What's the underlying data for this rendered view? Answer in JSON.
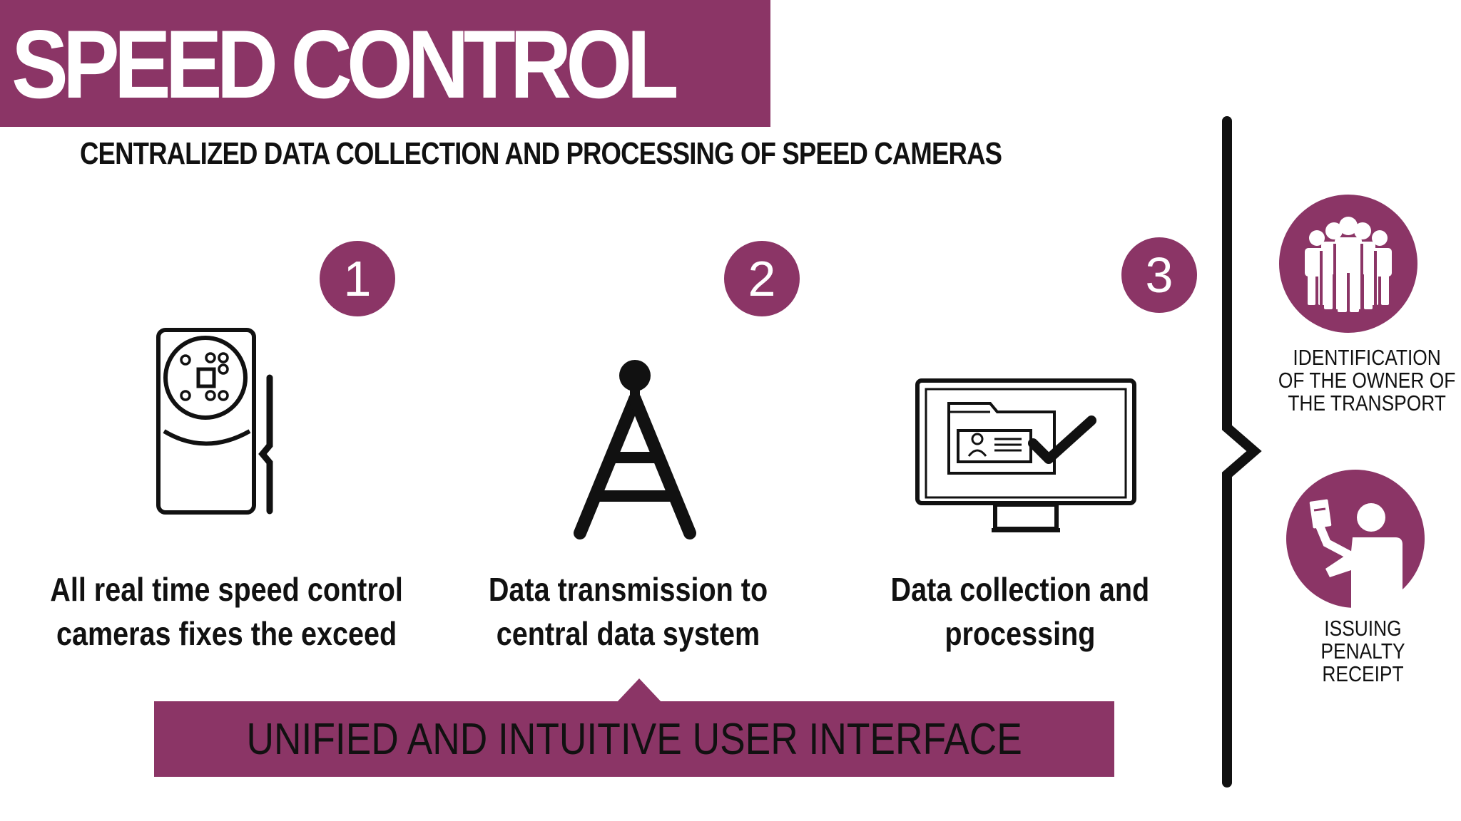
{
  "header": {
    "title": "SPEED CONTROL",
    "subtitle": "CENTRALIZED DATA COLLECTION AND PROCESSING OF SPEED CAMERAS"
  },
  "steps": [
    {
      "number": "1",
      "label_line1": "All real time speed control",
      "label_line2": "cameras fixes the exceed",
      "icon": "speed-camera-icon"
    },
    {
      "number": "2",
      "label_line1": "Data transmission to",
      "label_line2": "central data system",
      "icon": "radio-tower-icon"
    },
    {
      "number": "3",
      "label_line1": "Data collection and",
      "label_line2": "processing",
      "icon": "monitor-checkmark-icon"
    }
  ],
  "banner": {
    "text": "UNIFIED AND INTUITIVE USER INTERFACE"
  },
  "outcomes": [
    {
      "line1": "IDENTIFICATION",
      "line2": "OF THE OWNER OF",
      "line3": "THE TRANSPORT",
      "icon": "people-group-icon"
    },
    {
      "line1": "ISSUING",
      "line2": "PENALTY",
      "line3": "RECEIPT",
      "icon": "person-with-receipt-icon"
    }
  ],
  "colors": {
    "accent": "#8b3566",
    "text": "#111111",
    "background": "#ffffff"
  }
}
